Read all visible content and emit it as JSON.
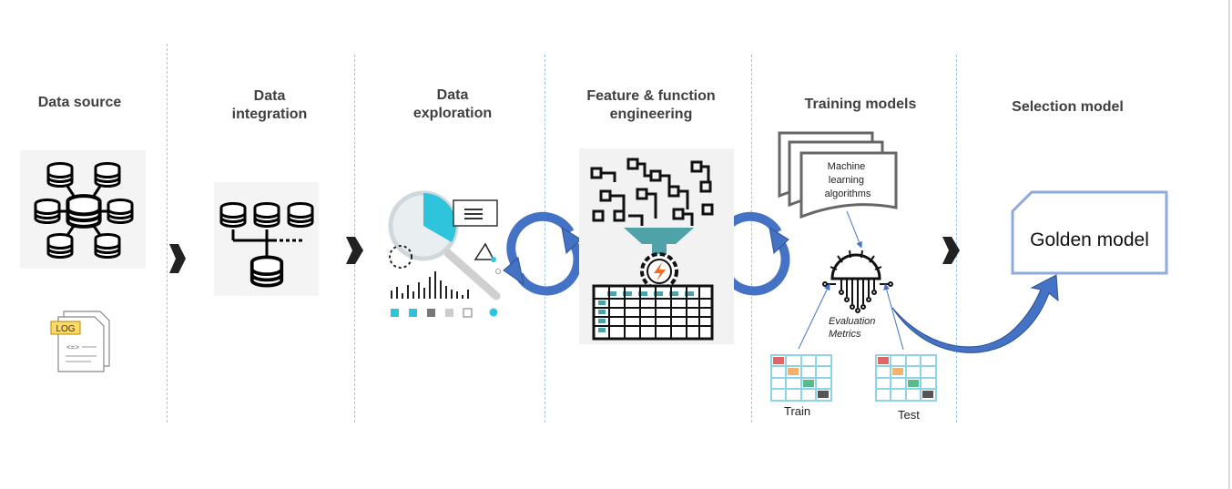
{
  "stages": [
    {
      "title": "Data source"
    },
    {
      "title": "Data\nintegration"
    },
    {
      "title": "Data\nexploration"
    },
    {
      "title": "Feature & function\nengineering"
    },
    {
      "title": "Training  models"
    },
    {
      "title": "Selection  model"
    }
  ],
  "log_badge": "LOG",
  "log_code": "<=>",
  "algorithms_note": "Machine\nlearning\nalgorithms",
  "evaluation_label": "Evaluation\nMetrics",
  "train_label": "Train",
  "test_label": "Test",
  "golden_model": "Golden model",
  "colors": {
    "title_text": "#404040",
    "divider": "#9dc3e6",
    "cycle_arrow": "#4472c4",
    "golden_border": "#8faadc",
    "chart_cyan": "#2ec4dc",
    "grid_blue": "#8fd3e8",
    "cell_red": "#e06666",
    "cell_orange": "#f6b26b",
    "cell_green": "#57bb8a",
    "cell_dark": "#555555"
  }
}
